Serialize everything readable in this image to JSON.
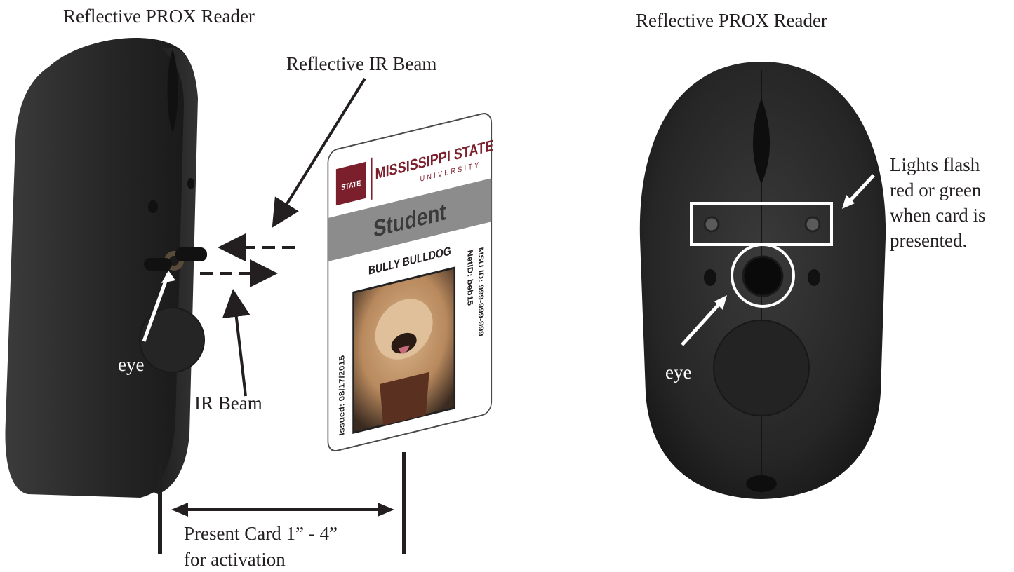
{
  "labels": {
    "left_title": "Reflective PROX Reader",
    "right_title": "Reflective PROX Reader",
    "reflective_ir_beam": "Reflective IR Beam",
    "ir_beam": "IR Beam",
    "eye_left": "eye",
    "eye_right": "eye",
    "present_card_line1": "Present Card 1” - 4”",
    "present_card_line2": "for activation",
    "lights_line1": "Lights flash",
    "lights_line2": "red or green",
    "lights_line3": "when card is",
    "lights_line4": "presented."
  },
  "id_card": {
    "university": "MISSISSIPPI STATE",
    "university_sub": "UNIVERSITY",
    "logo_text": "STATE",
    "role": "Student",
    "name": "BULLY BULLDOG",
    "msu_id": "MSU ID: 999-999-999",
    "netid": "NetID:   beb15",
    "issued": "Issued:  08/17/2015"
  },
  "colors": {
    "reader_body": "#2a2a2a",
    "maroon": "#7a1f2b",
    "card_band": "#8c8c8c",
    "ink": "#231f20"
  }
}
